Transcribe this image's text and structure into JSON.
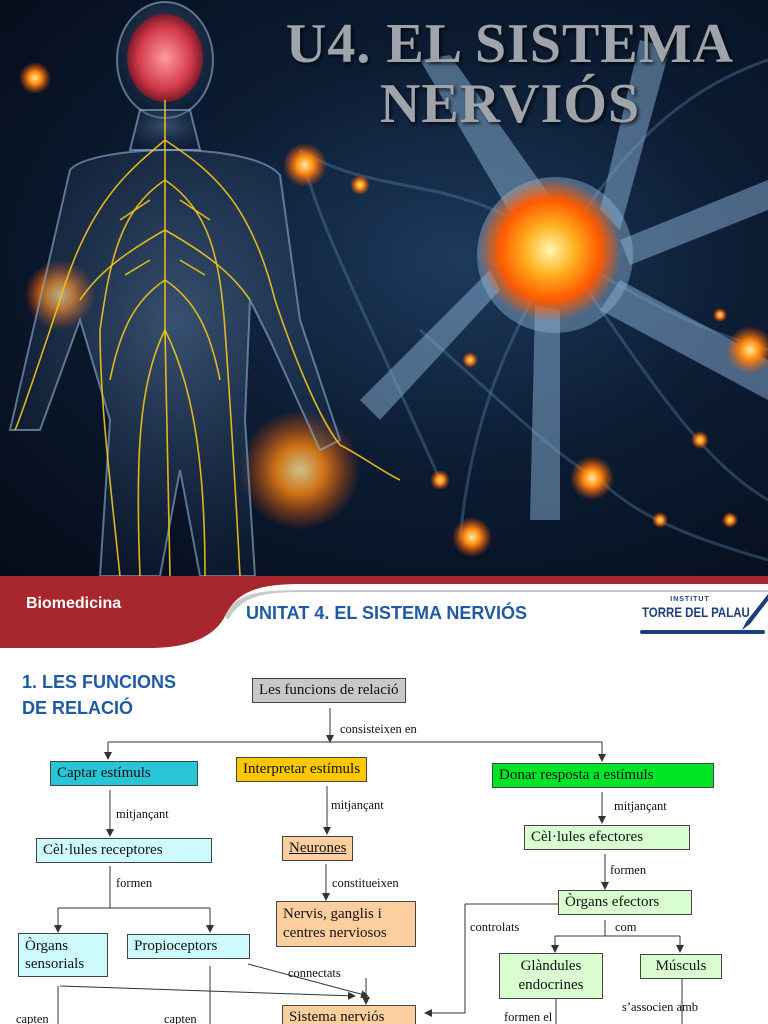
{
  "cover": {
    "title_line1": "U4. EL SISTEMA",
    "title_line2": "NERVIÓS",
    "image": "illustration of a human body with a glowing nervous system and a large neuron with branching dendrites on a dark blue background"
  },
  "header": {
    "subject": "Biomedicina",
    "unit_title": "UNITAT 4. EL SISTEMA NERVIÓS",
    "logo_small": "INSTITUT",
    "logo_name": "TORRE DEL PALAU"
  },
  "section": {
    "title_line1": "1. LES FUNCIONS",
    "title_line2": "DE RELACIÓ"
  },
  "map": {
    "root": "Les funcions de relació",
    "consisteixen": "consisteixen en",
    "captar": "Captar estímuls",
    "interpretar": "Interpretar estímuls",
    "donar": "Donar resposta a estímuls",
    "mitjancant_1": "mitjançant",
    "mitjancant_2": "mitjançant",
    "mitjancant_3": "mitjançant",
    "cells_receptores": "Cèl·lules receptores",
    "neurones": "Neurones",
    "cells_efectores": "Cèl·lules efectores",
    "formen_1": "formen",
    "constitueixen": "constitueixen",
    "formen_2": "formen",
    "organs_sensorials_l1": "Òrgans",
    "organs_sensorials_l2": "sensorials",
    "propioceptors": "Propioceptors",
    "nervis_l1": "Nervis, ganglis i",
    "nervis_l2": "centres nerviosos",
    "organs_efectors": "Òrgans efectors",
    "controlats": "controlats",
    "com": "com",
    "glandules_l1": "Glàndules",
    "glandules_l2": "endocrines",
    "musculs": "Músculs",
    "connectats": "connectats",
    "capten_1": "capten",
    "capten_2": "capten",
    "sistema": "Sistema nerviós",
    "formen_el": "formen el",
    "associen": "s’associen amb"
  }
}
